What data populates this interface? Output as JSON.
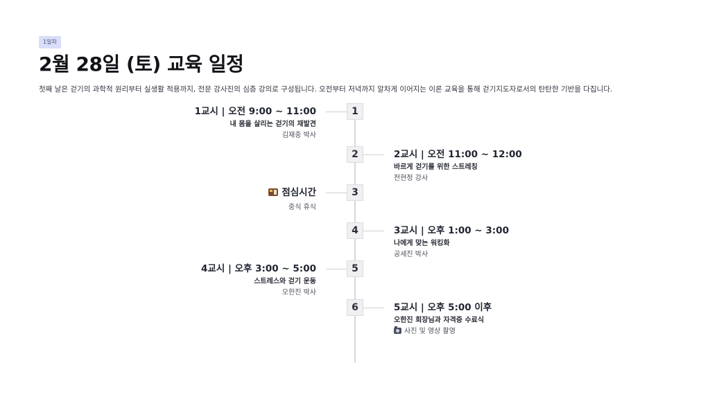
{
  "badge": "1일차",
  "title": "2월 28일 (토) 교육 일정",
  "description": "첫째 날은 걷기의 과학적 원리부터 실생활 적용까지, 전문 강사진의 심층 강의로 구성됩니다. 오전부터 저녁까지 알차게 이어지는 이론 교육을 통해 걷기지도자로서의 탄탄한 기반을 다집니다.",
  "timeline": [
    {
      "num": "1",
      "side": "left",
      "head": "1교시 | 오전 9:00 ~ 11:00",
      "sub": "내 몸을 살리는 걷기의 재발견",
      "inst": "김재중 박사"
    },
    {
      "num": "2",
      "side": "right",
      "head": "2교시 | 오전 11:00 ~ 12:00",
      "sub": "바르게 걷기를 위한 스트레칭",
      "inst": "전현정 강사"
    },
    {
      "num": "3",
      "side": "left",
      "icon": "bento-icon",
      "head": "점심시간",
      "sub": "",
      "inst": "중식 휴식"
    },
    {
      "num": "4",
      "side": "right",
      "head": "3교시 | 오후 1:00 ~ 3:00",
      "sub": "나에게 맞는 워킹화",
      "inst": "공세진 박사"
    },
    {
      "num": "5",
      "side": "left",
      "head": "4교시 | 오후 3:00 ~ 5:00",
      "sub": "스트레스와 걷기 운동",
      "inst": "오한진 박사"
    },
    {
      "num": "6",
      "side": "right",
      "head": "5교시 | 오후 5:00 이후",
      "sub": "오한진 회장님과 자격증 수료식",
      "icon2": "camera-icon",
      "inst": "사진 및 영상 촬영"
    }
  ]
}
